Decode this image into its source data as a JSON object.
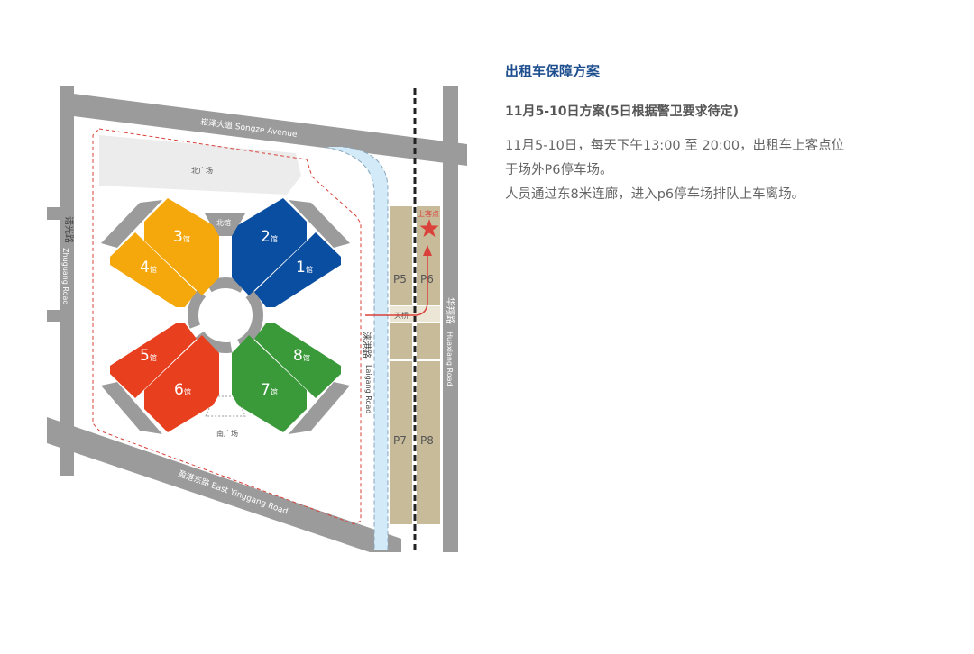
{
  "panel": {
    "title": "出租车保障方案",
    "subtitle": "11月5-10日方案(5日根据警卫要求待定)",
    "lines": [
      "11月5-10日，每天下午13:00 至 20:00，出租车上客点位",
      "于场外P6停车场。",
      "人员通过东8米连廊，进入p6停车场排队上车离场。"
    ]
  },
  "map": {
    "roads": {
      "north": "崧泽大道  Songze Avenue",
      "west_cn": "诸光路",
      "west_en": "Zhuguang Road",
      "east_inner_cn": "涞港路",
      "east_inner_en": "Laigang Road",
      "east_cn": "华翔路",
      "east_en": "Huaxiang Road",
      "south": "盈港东路  East Yinggang Road"
    },
    "areas": {
      "north_plaza": "北广场",
      "south_plaza": "南广场",
      "north_hall": "北馆",
      "bridge": "天桥",
      "pickup_point": "上客点"
    },
    "parking": [
      "P5",
      "P6",
      "P7",
      "P8"
    ],
    "halls": [
      {
        "num": "1",
        "suffix": "馆",
        "color": "#0a4ea2"
      },
      {
        "num": "2",
        "suffix": "馆",
        "color": "#0a4ea2"
      },
      {
        "num": "3",
        "suffix": "馆",
        "color": "#f5a80c"
      },
      {
        "num": "4",
        "suffix": "馆",
        "color": "#f5a80c"
      },
      {
        "num": "5",
        "suffix": "馆",
        "color": "#e8401f"
      },
      {
        "num": "6",
        "suffix": "馆",
        "color": "#e8401f"
      },
      {
        "num": "7",
        "suffix": "馆",
        "color": "#3a9a3a"
      },
      {
        "num": "8",
        "suffix": "馆",
        "color": "#3a9a3a"
      }
    ],
    "colors": {
      "road": "#9b9b9b",
      "parking": "#c8bb9a",
      "river": "#d3ebf8",
      "route": "#d9413a"
    }
  }
}
